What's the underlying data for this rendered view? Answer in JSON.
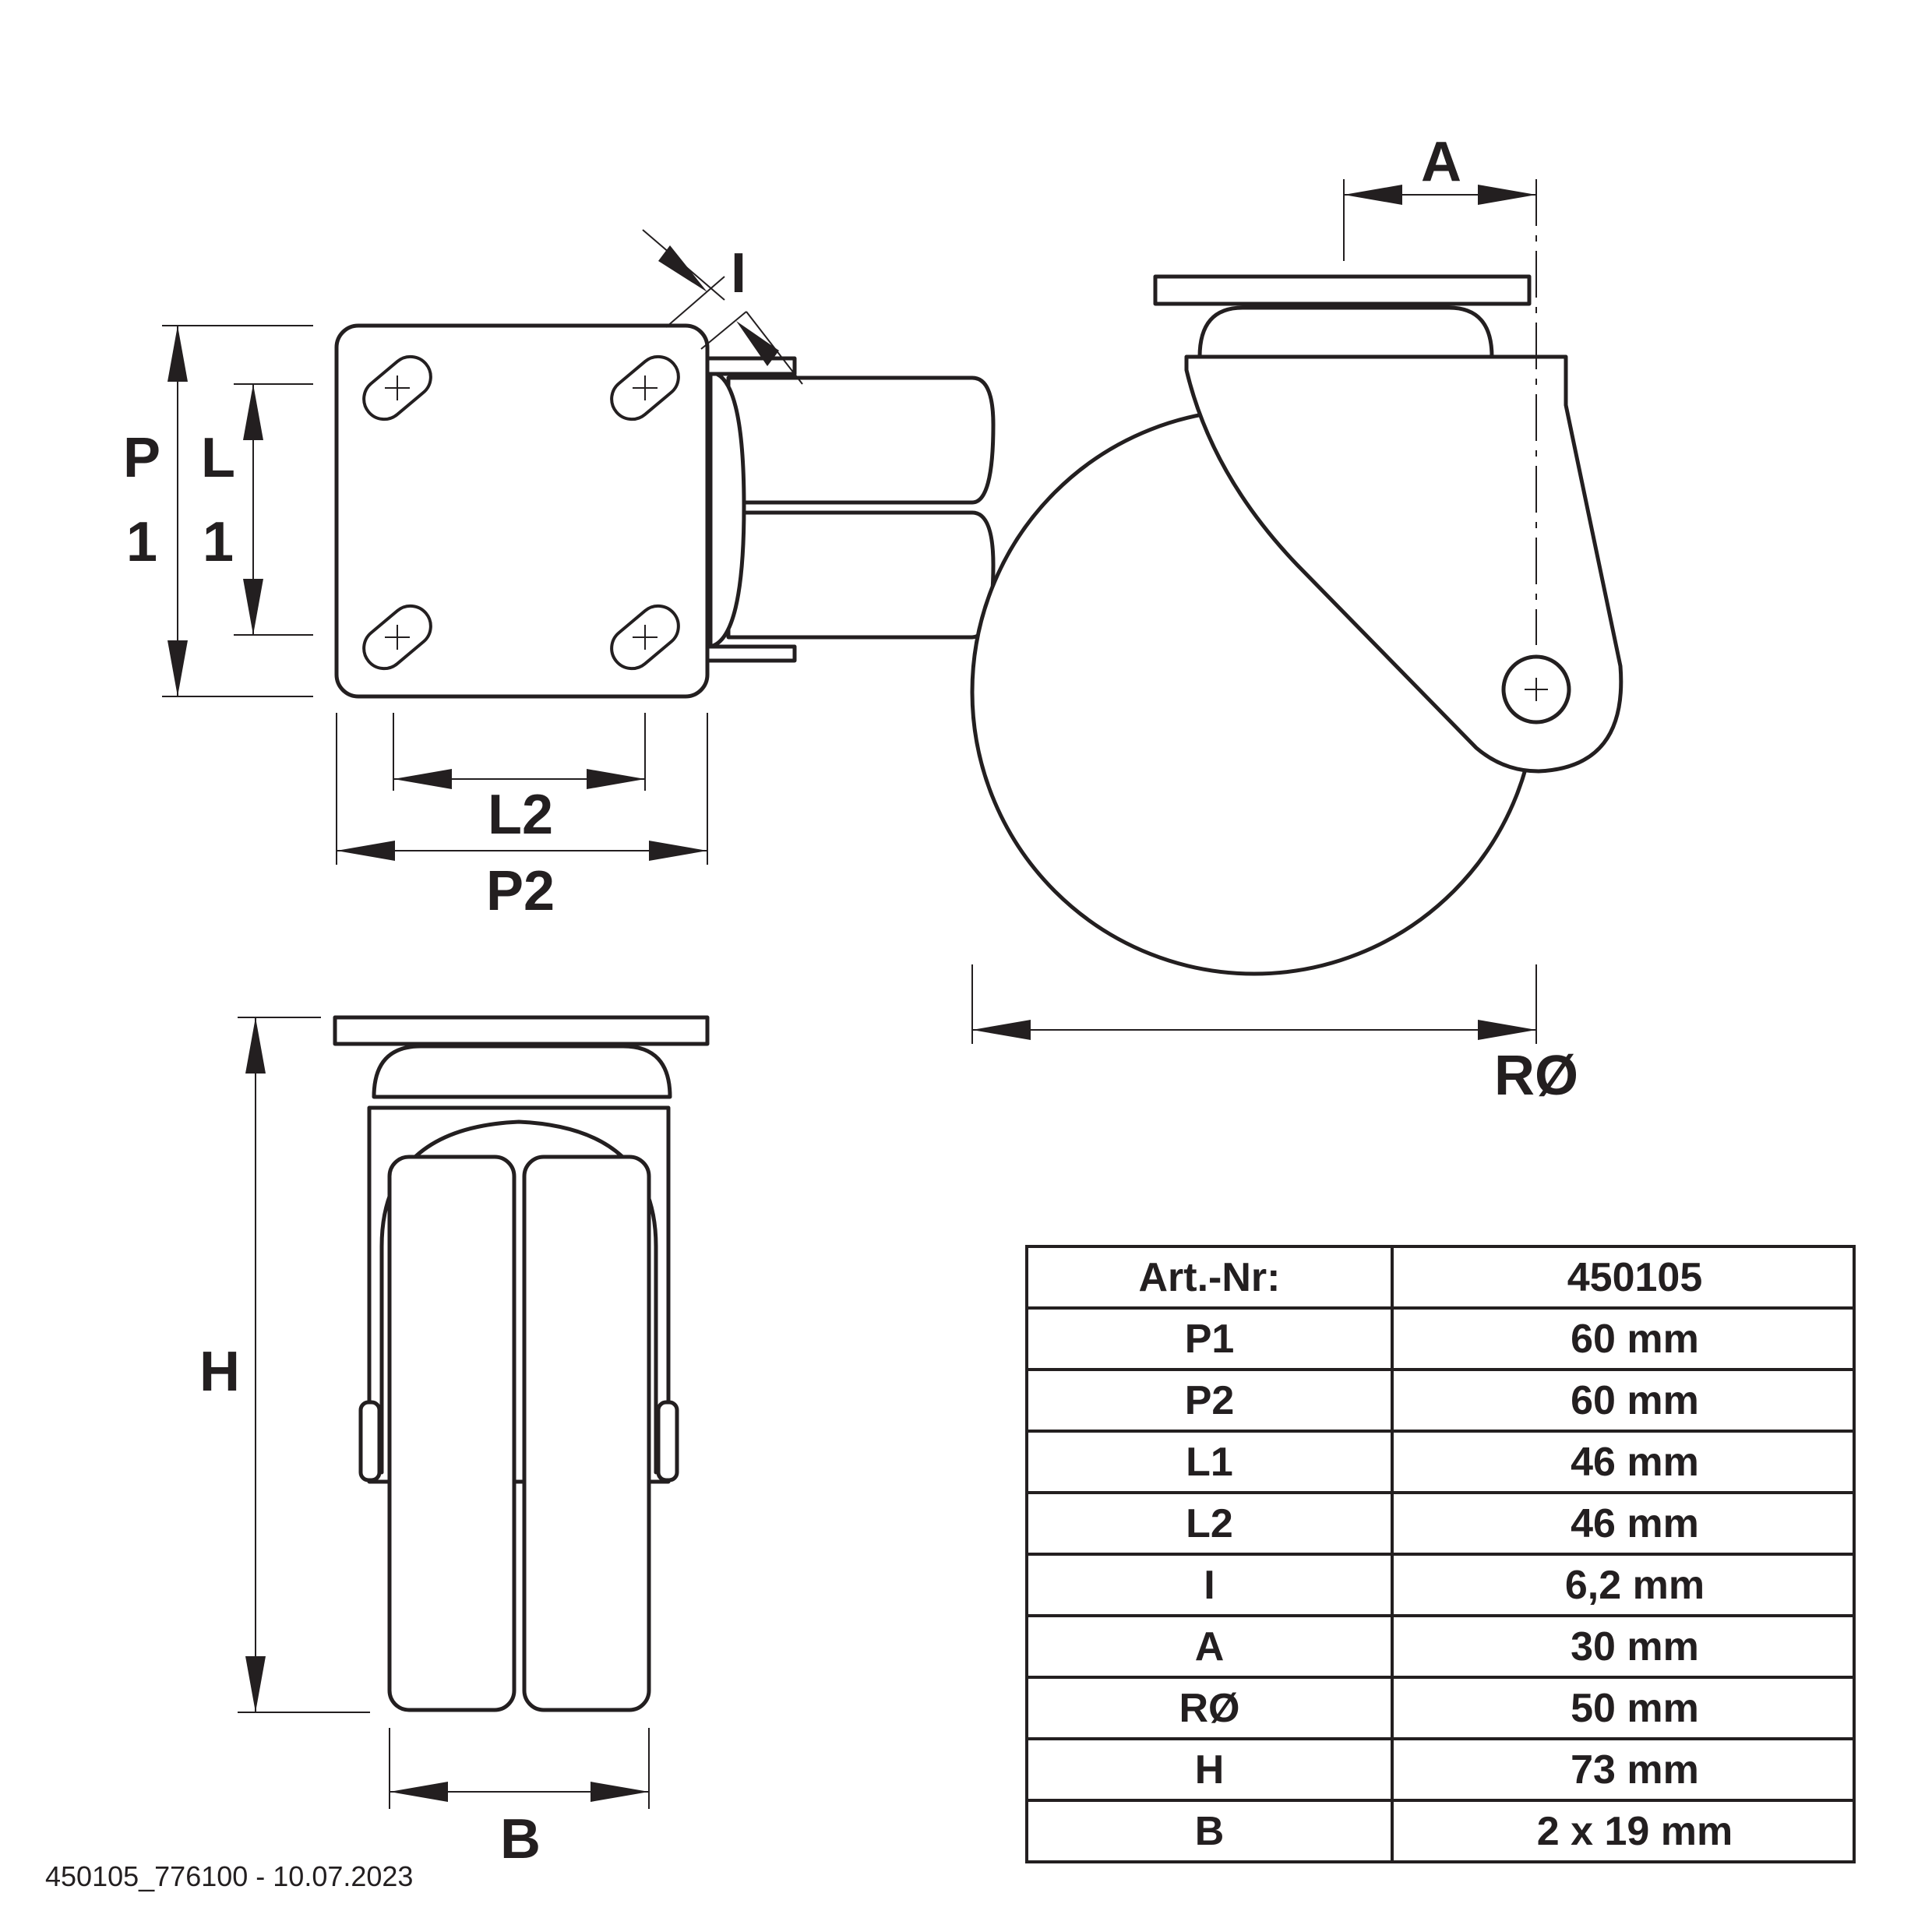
{
  "labels": {
    "p1_top": "P",
    "p1_bottom": "1",
    "l1_top": "L",
    "l1_bottom": "1",
    "i": "I",
    "l2": "L2",
    "p2": "P2",
    "a": "A",
    "r_diameter": "RØ",
    "h": "H",
    "b": "B"
  },
  "table": {
    "header": {
      "key": "Art.-Nr:",
      "value": "450105"
    },
    "rows": [
      {
        "key": "P1",
        "value": "60 mm"
      },
      {
        "key": "P2",
        "value": "60 mm"
      },
      {
        "key": "L1",
        "value": "46 mm"
      },
      {
        "key": "L2",
        "value": "46 mm"
      },
      {
        "key": "I",
        "value": "6,2 mm"
      },
      {
        "key": "A",
        "value": "30 mm"
      },
      {
        "key": "RØ",
        "value": "50 mm"
      },
      {
        "key": "H",
        "value": "73 mm"
      },
      {
        "key": "B",
        "value": "2 x 19 mm"
      }
    ]
  },
  "footer": "450105_776100 - 10.07.2023"
}
